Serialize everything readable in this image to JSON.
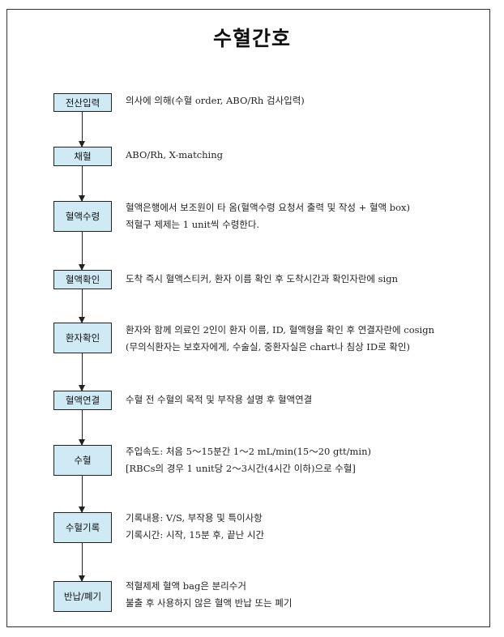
{
  "title": "수혈간호",
  "steps": [
    {
      "label": "전산입력",
      "lines": [
        "의사에 의해(수혈 order, ABO/Rh 검사입력)"
      ]
    },
    {
      "label": "채혈",
      "lines": [
        "ABO/Rh, X-matching"
      ]
    },
    {
      "label": "혈액수령",
      "lines": [
        "혈액은행에서 보조원이 타 옴(혈액수령 요청서 출력 및 작성 + 혈액 box)",
        "적혈구 제제는 1 unit씩 수령한다."
      ]
    },
    {
      "label": "혈액확인",
      "lines": [
        "도착 즉시 혈액스티커, 환자 이름 확인 후 도착시간과 확인자란에 sign"
      ]
    },
    {
      "label": "환자확인",
      "lines": [
        "환자와 함께 의료인 2인이 환자 이름, ID, 혈액형을 확인 후 연결자란에 cosign",
        "(무의식환자는 보호자에게, 수술실, 중환자실은 chart나 침상 ID로 확인)"
      ]
    },
    {
      "label": "혈액연결",
      "lines": [
        "수혈 전 수혈의 목적 및 부작용 설명 후 혈액연결"
      ]
    },
    {
      "label": "수혈",
      "lines": [
        "주입속도: 처음 5～15분간 1～2 mL/min(15～20 gtt/min)",
        "[RBCs의 경우 1 unit당 2～3시간(4시간 이하)으로 수혈]"
      ]
    },
    {
      "label": "수혈기록",
      "lines": [
        "기록내용: V/S, 부작용 및 특이사항",
        "기록시간: 시작, 15분 후, 끝난 시간"
      ]
    },
    {
      "label": "반납/폐기",
      "lines": [
        "적혈제제 혈액 bag은 분리수거",
        "불출 후 사용하지 않은 혈액 반납 또는 폐기"
      ]
    }
  ]
}
